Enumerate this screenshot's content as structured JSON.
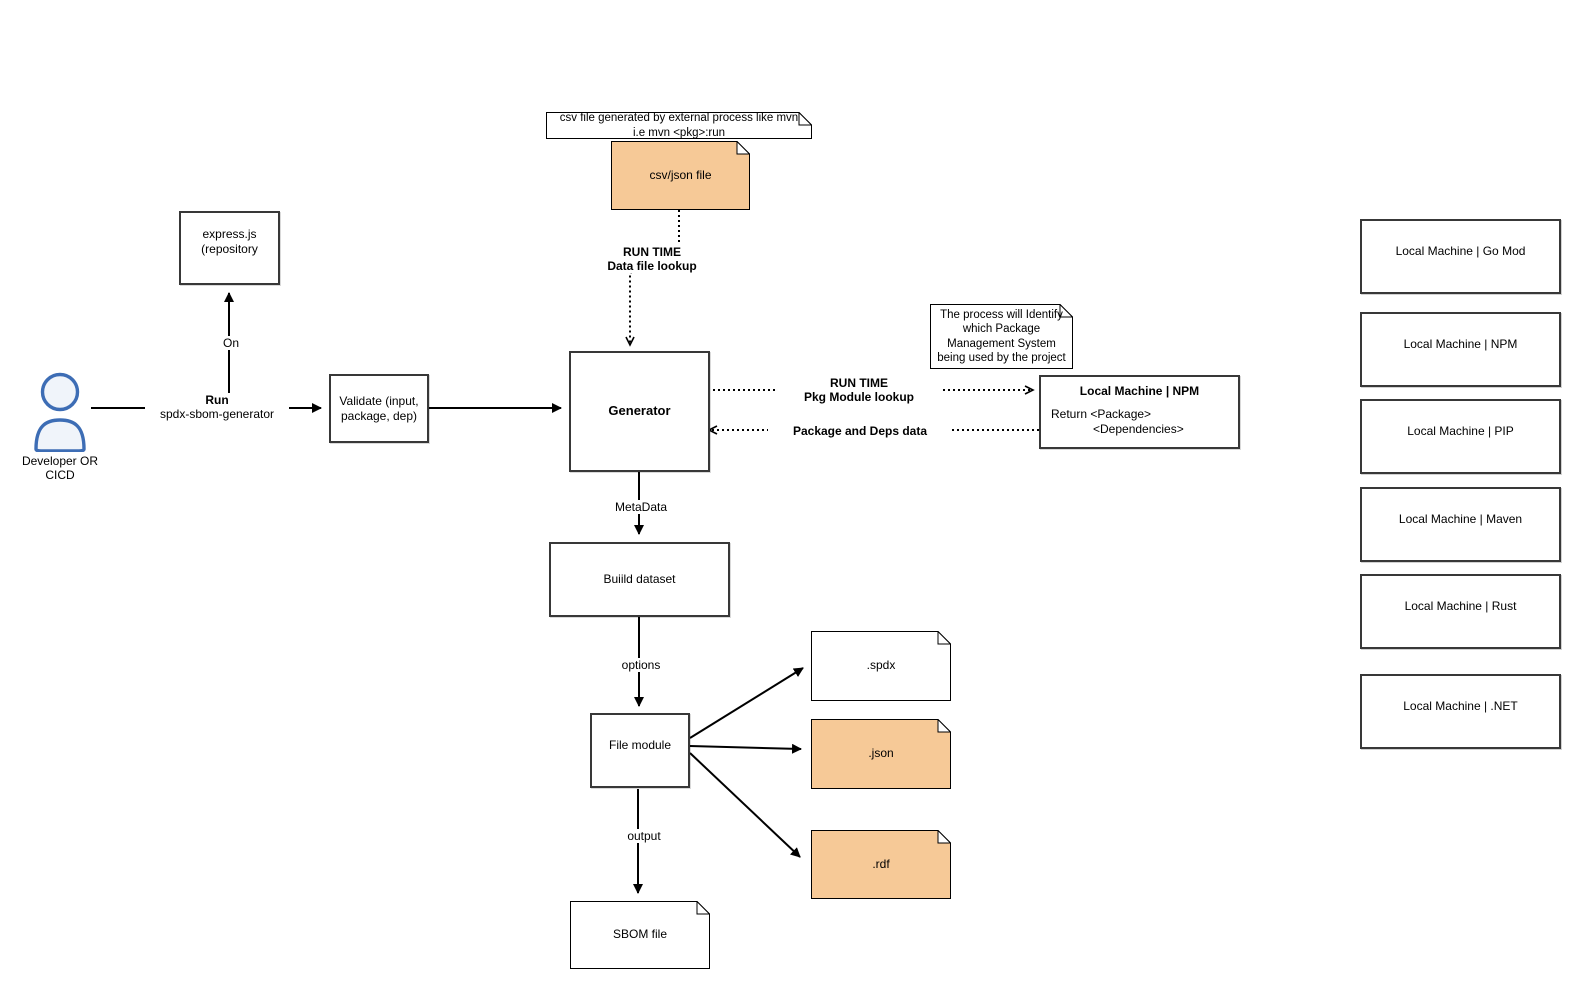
{
  "colors": {
    "orange": "#f6c997",
    "white": "#ffffff",
    "box_border": "#383838",
    "line": "#000000",
    "person_stroke": "#3d6db5",
    "person_fill": "#f0f4fa"
  },
  "person": {
    "line1": "Developer",
    "line2": "OR CICD"
  },
  "nodes": {
    "express": {
      "line1": "express.js",
      "line2": "(repository"
    },
    "validate": {
      "label": "Validate (input, package, dep)"
    },
    "generator": {
      "label": "Generator"
    },
    "build_dataset": {
      "label": "Buiild dataset"
    },
    "file_module": {
      "label": "File module"
    },
    "npm_detail": {
      "title": "Local Machine | NPM",
      "line1": "Return <Package>",
      "line2": "<Dependencies>"
    },
    "csv_doc": {
      "label": "csv/json file"
    },
    "spdx_doc": {
      "label": ".spdx"
    },
    "json_doc": {
      "label": ".json"
    },
    "rdf_doc": {
      "label": ".rdf"
    },
    "sbom_doc": {
      "label": "SBOM file"
    }
  },
  "notes": {
    "csv_note": {
      "line1": "csv file generated by external process like mvn",
      "line2": "i.e mvn <pkg>:run"
    },
    "pms_note": {
      "text": "The process will Identify which Package Management System being used by the project"
    }
  },
  "edge_labels": {
    "run": {
      "line1": "Run",
      "line2": "spdx-sbom-generator"
    },
    "on": "On",
    "data_file": {
      "line1": "RUN TIME",
      "line2": "Data file lookup"
    },
    "metadata": "MetaData",
    "options": "options",
    "output": "output",
    "pkg_lookup": {
      "line1": "RUN TIME",
      "line2": "Pkg Module lookup"
    },
    "pkg_deps": "Package and Deps data"
  },
  "right_column": {
    "items": [
      "Local Machine | Go Mod",
      "Local Machine | NPM",
      "Local Machine |  PIP",
      "Local Machine | Maven",
      "Local Machine | Rust",
      "Local Machine | .NET"
    ]
  }
}
